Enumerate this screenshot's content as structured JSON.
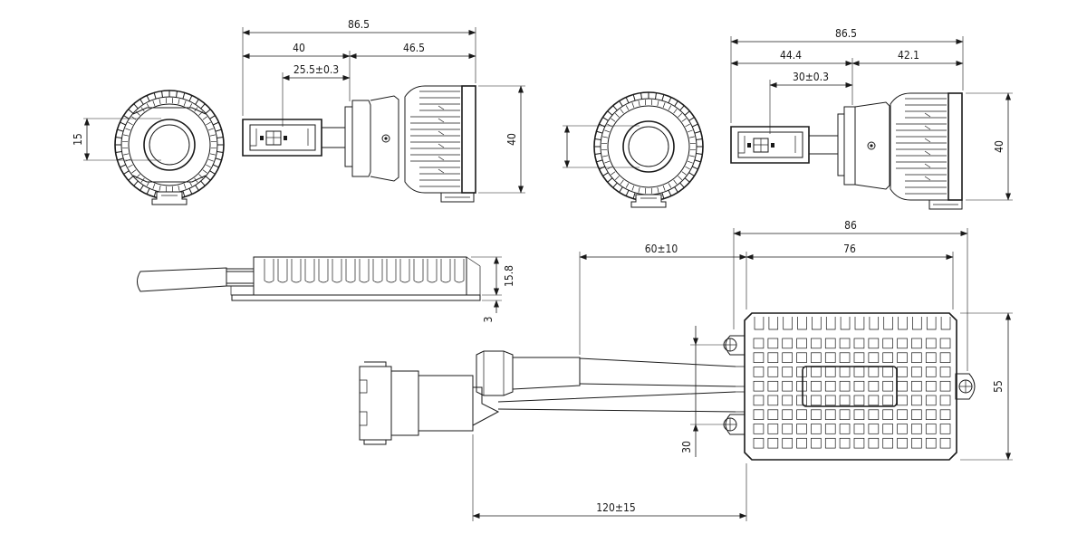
{
  "dimensions": {
    "bulb_a": {
      "total_length": "86.5",
      "base_length": "40",
      "body_length": "46.5",
      "led_position": "25.5±0.3",
      "height": "40",
      "face_width": "15"
    },
    "bulb_b": {
      "total_length": "86.5",
      "base_length": "44.4",
      "body_length": "42.1",
      "led_position": "30±0.3",
      "height": "40"
    },
    "ballast_side": {
      "height": "15.8",
      "flange": "3"
    },
    "ballast_top": {
      "overall_width": "86",
      "body_width": "76",
      "cable_length": "60±10",
      "height": "55",
      "hole_spacing": "30",
      "harness_length": "120±15"
    }
  }
}
